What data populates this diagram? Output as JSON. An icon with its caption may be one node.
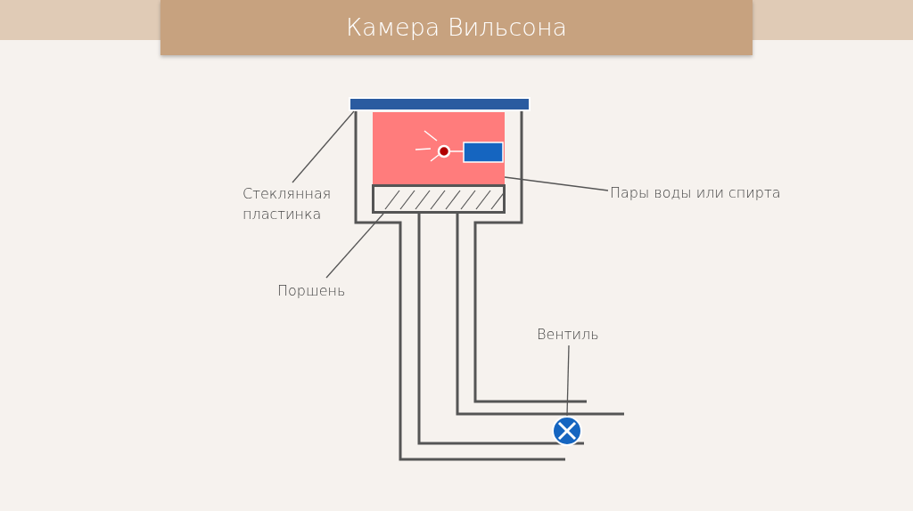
{
  "diagram": {
    "title": "Камера Вильсона",
    "nodes": [
      {
        "text": [
          "Стеклянная пластинка"
        ]
      },
      {
        "text": [],
        "shape": "bar"
      },
      {
        "text": [
          "Пары воды или спирта"
        ]
      },
      {
        "text": [],
        "shape": "box"
      },
      {
        "text": [
          "Поршень"
        ]
      },
      {
        "text": [],
        "shape": "box"
      },
      {
        "text": [
          "Вентиль"
        ]
      },
      {
        "text": [],
        "shape": "circle"
      }
    ],
    "edges": [
      {
        "from": 0,
        "to": 1,
        "arrow": "none"
      },
      {
        "from": 2,
        "to": 3,
        "arrow": "none"
      },
      {
        "from": 4,
        "to": 5,
        "arrow": "none"
      },
      {
        "from": 6,
        "to": 7,
        "arrow": "none"
      }
    ]
  }
}
